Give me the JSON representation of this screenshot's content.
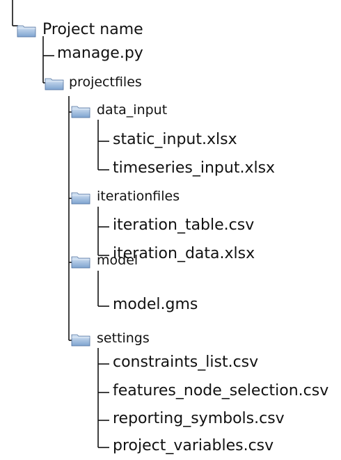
{
  "tree": {
    "root": {
      "name": "Project name",
      "children": {
        "manage": "manage.py",
        "projectfiles": {
          "name": "projectfiles",
          "data_input": {
            "name": "data_input",
            "files": [
              "static_input.xlsx",
              "timeseries_input.xlsx"
            ]
          },
          "iterationfiles": {
            "name": "iterationfiles",
            "files": [
              "iteration_table.csv",
              "iteration_data.xlsx"
            ]
          },
          "model": {
            "name": "model",
            "files": [
              "model.gms"
            ]
          },
          "settings": {
            "name": "settings",
            "files": [
              "constraints_list.csv",
              "features_node_selection.csv",
              "reporting_symbols.csv",
              "project_variables.csv"
            ]
          }
        }
      }
    }
  },
  "icons": {
    "folder": "folder-icon"
  },
  "colors": {
    "line": "#111111",
    "folder_light": "#d8e6f5",
    "folder_mid": "#9dbbdf",
    "folder_dark": "#6b8fbf",
    "folder_edge": "#4f6f9c"
  }
}
